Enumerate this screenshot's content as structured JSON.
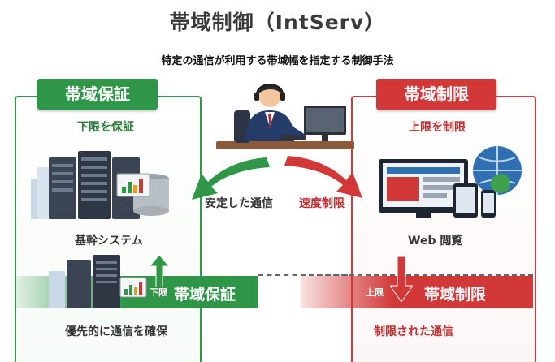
{
  "title": "帯域制御（IntServ）",
  "subtitle": "特定の通信が利用する帯域幅を指定する制御手法",
  "guarantee": {
    "tag": "帯域保証",
    "caption": "下限を保証",
    "system_label": "基幹システム",
    "flow_label": "安定した通信",
    "strip_small": "下限",
    "strip_label": "帯域保証",
    "footer": "優先的に通信を確保",
    "color": "#2f9647"
  },
  "limit": {
    "tag": "帯域制限",
    "caption": "上限を制限",
    "web_label": "Web 閲覧",
    "flow_label": "速度制限",
    "strip_small": "上限",
    "strip_label": "帯域制限",
    "footer": "制限された通信",
    "color": "#d33838"
  }
}
